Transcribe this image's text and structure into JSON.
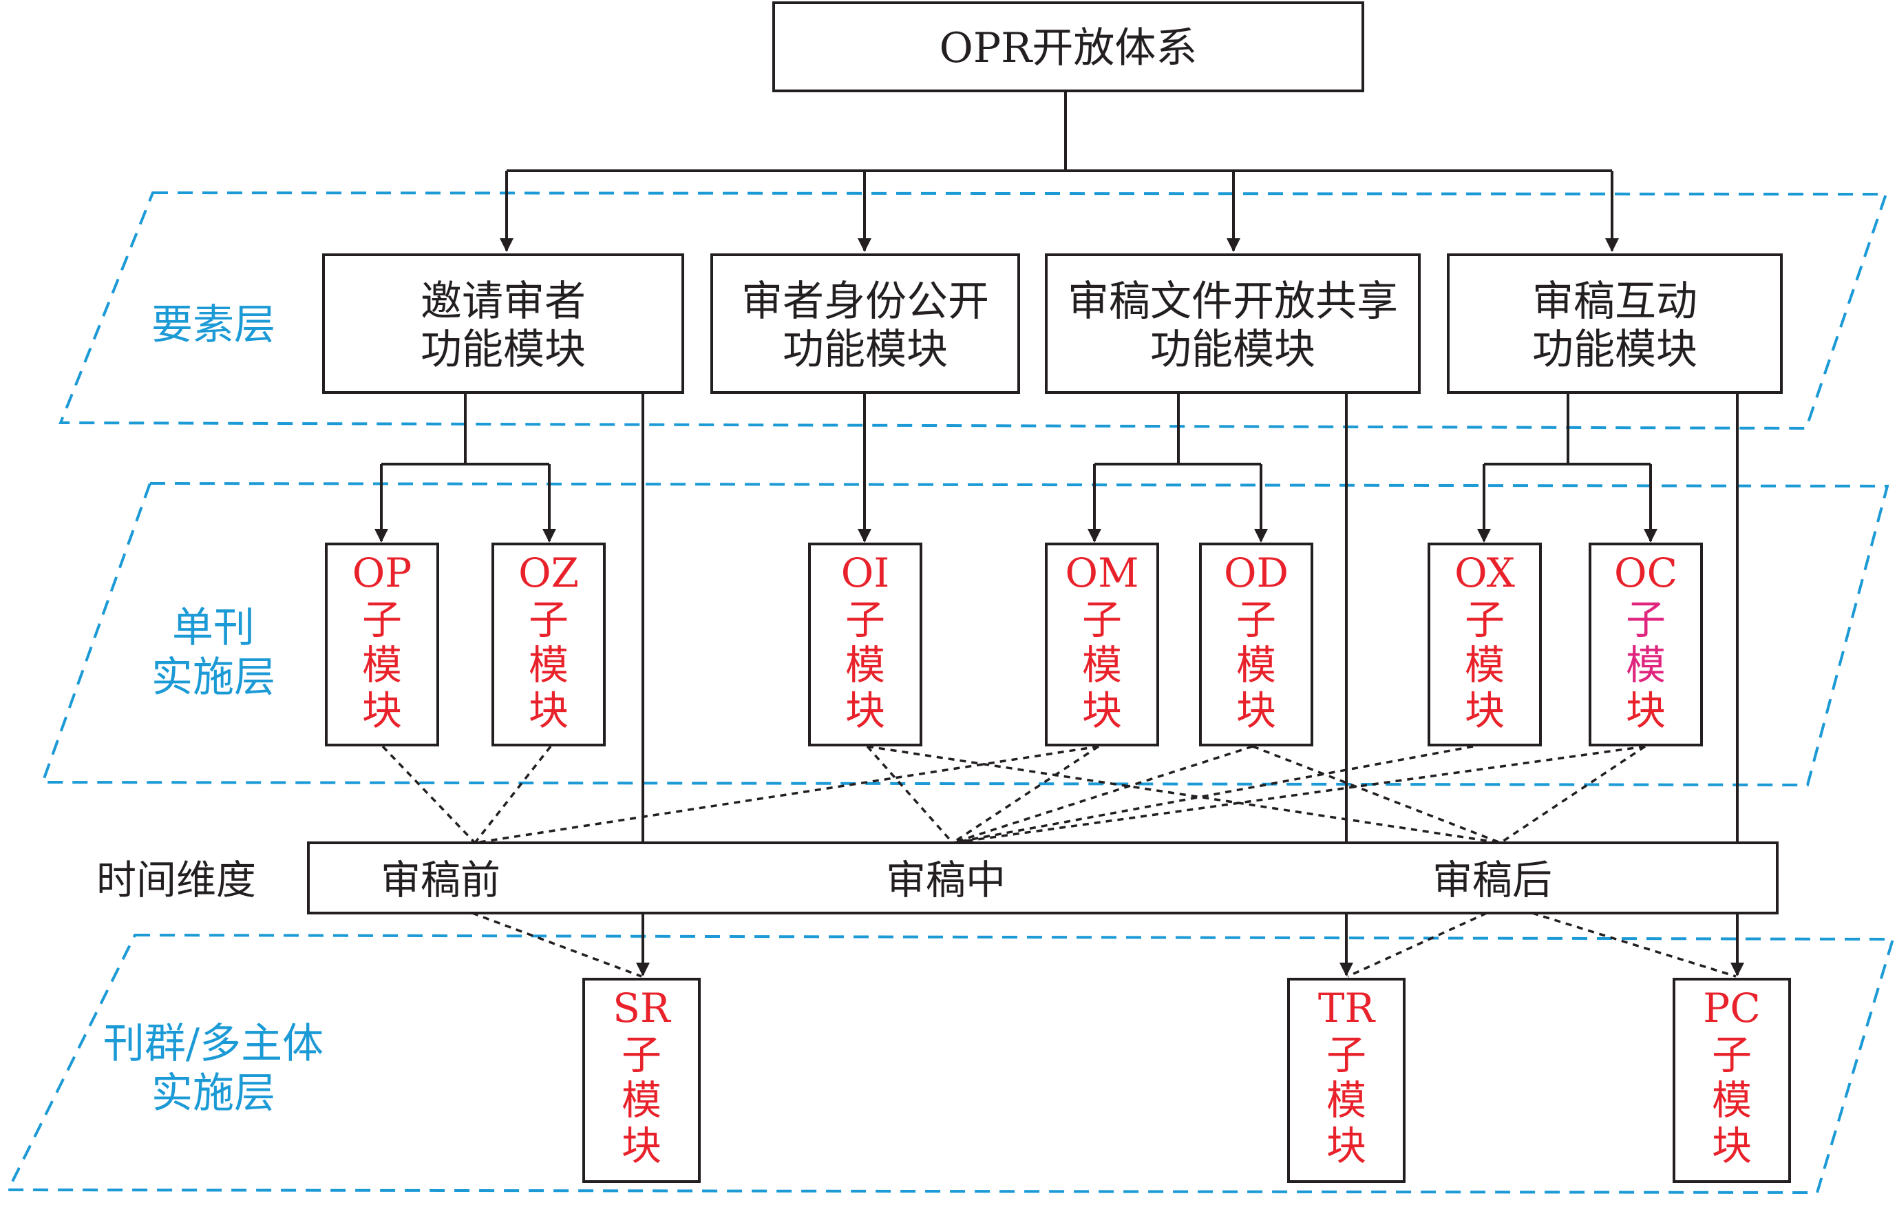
{
  "title": "OPR开放体系",
  "layers": {
    "element": "要素层",
    "single_line1": "单刊",
    "single_line2": "实施层",
    "group_line1": "刊群/多主体",
    "group_line2": "实施层"
  },
  "modules": [
    {
      "line1": "邀请审者",
      "line2": "功能模块"
    },
    {
      "line1": "审者身份公开",
      "line2": "功能模块"
    },
    {
      "line1": "审稿文件开放共享",
      "line2": "功能模块"
    },
    {
      "line1": "审稿互动",
      "line2": "功能模块"
    }
  ],
  "submodule_suffix": [
    "子",
    "模",
    "块"
  ],
  "submodules": [
    {
      "code": "OP"
    },
    {
      "code": "OZ"
    },
    {
      "code": "OI"
    },
    {
      "code": "OM"
    },
    {
      "code": "OD"
    },
    {
      "code": "OX"
    },
    {
      "code": "OC"
    }
  ],
  "time": {
    "label": "时间维度",
    "before": "审稿前",
    "during": "审稿中",
    "after": "审稿后"
  },
  "group_submodules": [
    {
      "code": "SR"
    },
    {
      "code": "TR"
    },
    {
      "code": "PC"
    }
  ],
  "colors": {
    "box_stroke": "#231f20",
    "layer_dash": "#1b9ad6",
    "submodule_text": "#e8212a",
    "oc_suffix_text": "#e0257e"
  }
}
